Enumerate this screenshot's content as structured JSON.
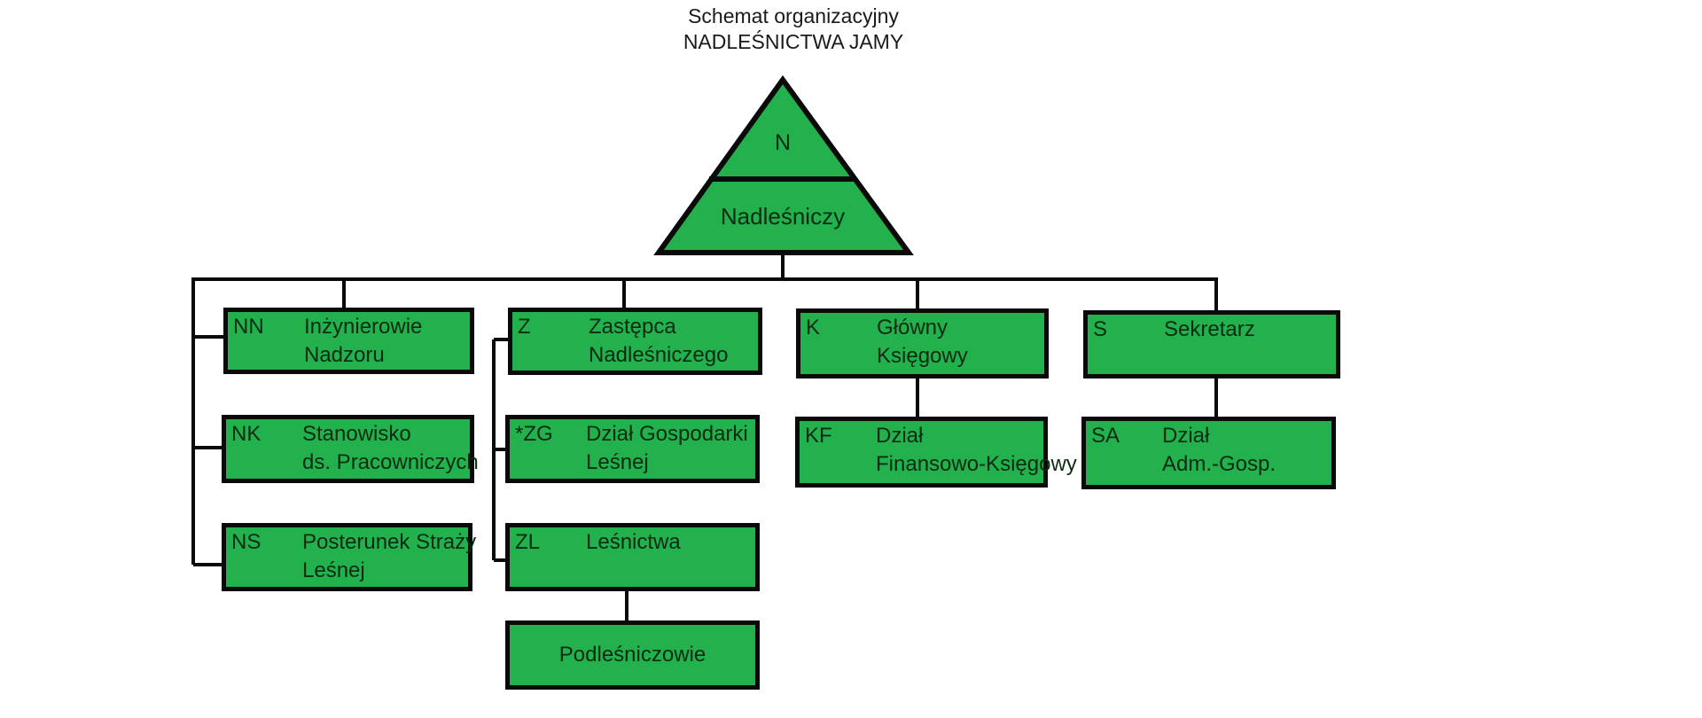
{
  "title": {
    "line1": "Schemat organizacyjny",
    "line2": "NADLEŚNICTWA JAMY"
  },
  "colors": {
    "node_fill": "#22B14C",
    "node_border": "#0a0a0a",
    "connector": "#0a0a0a",
    "background": "#ffffff",
    "text": "#0c2b12"
  },
  "root": {
    "code": "N",
    "label": "Nadleśniczy"
  },
  "nodes": {
    "nn": {
      "code": "NN",
      "line1": "Inżynierowie",
      "line2": "Nadzoru"
    },
    "nk": {
      "code": "NK",
      "line1": "Stanowisko",
      "line2": "ds. Pracowniczych"
    },
    "ns": {
      "code": "NS",
      "line1": "Posterunek Straży",
      "line2": "Leśnej"
    },
    "z": {
      "code": "Z",
      "line1": "Zastępca",
      "line2": "Nadleśniczego"
    },
    "zg": {
      "code": "*ZG",
      "line1": "Dział Gospodarki",
      "line2": "Leśnej"
    },
    "zl": {
      "code": "ZL",
      "line1": "Leśnictwa",
      "line2": ""
    },
    "pod": {
      "code": "",
      "line1": "Podleśniczowie",
      "line2": ""
    },
    "k": {
      "code": "K",
      "line1": "Główny",
      "line2": "Księgowy"
    },
    "kf": {
      "code": "KF",
      "line1": "Dział",
      "line2": "Finansowo-Księgowy"
    },
    "s": {
      "code": "S",
      "line1": "Sekretarz",
      "line2": ""
    },
    "sa": {
      "code": "SA",
      "line1": "Dział",
      "line2": "Adm.-Gosp."
    }
  }
}
